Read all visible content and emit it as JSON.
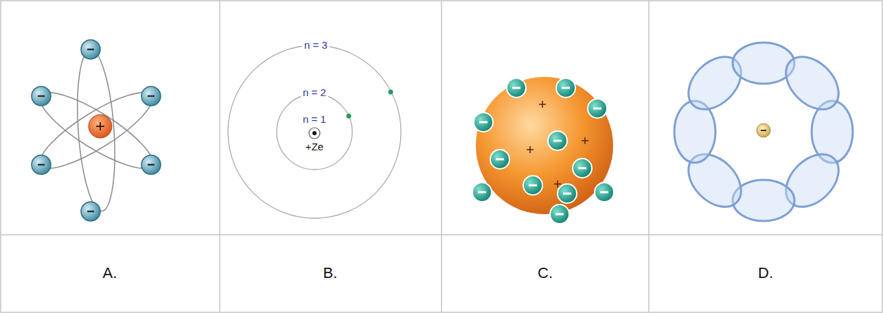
{
  "diagram": {
    "labels": [
      "n = 3",
      "n = 2",
      "n = 1",
      "+Ze",
      "A.",
      "B.",
      "C.",
      "D."
    ]
  }
}
